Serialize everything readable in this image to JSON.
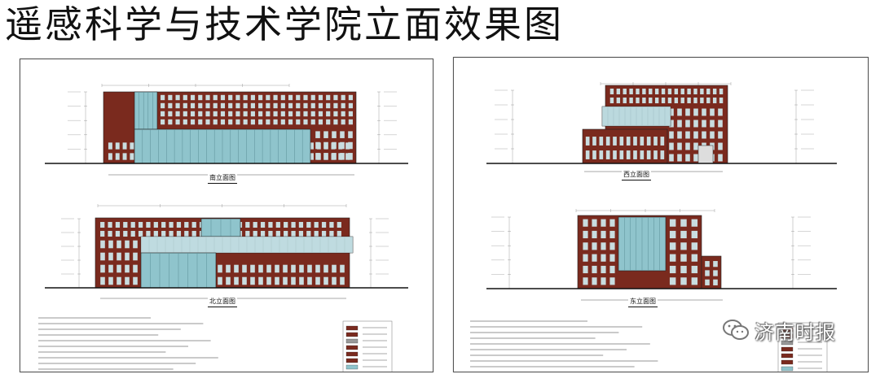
{
  "page": {
    "title": "遥感科学与技术学院立面效果图"
  },
  "sheets": {
    "left": {
      "top_label": "南立面图",
      "bottom_label": "北立面图"
    },
    "right": {
      "top_label": "西立面图",
      "bottom_label": "东立面图"
    }
  },
  "watermark": {
    "text": "济南时报",
    "icon": "wechat-icon"
  },
  "colors": {
    "brick": "#7a2a1e",
    "glass": "#8fc4cc",
    "window": "#c9dde0",
    "line": "#333333"
  }
}
